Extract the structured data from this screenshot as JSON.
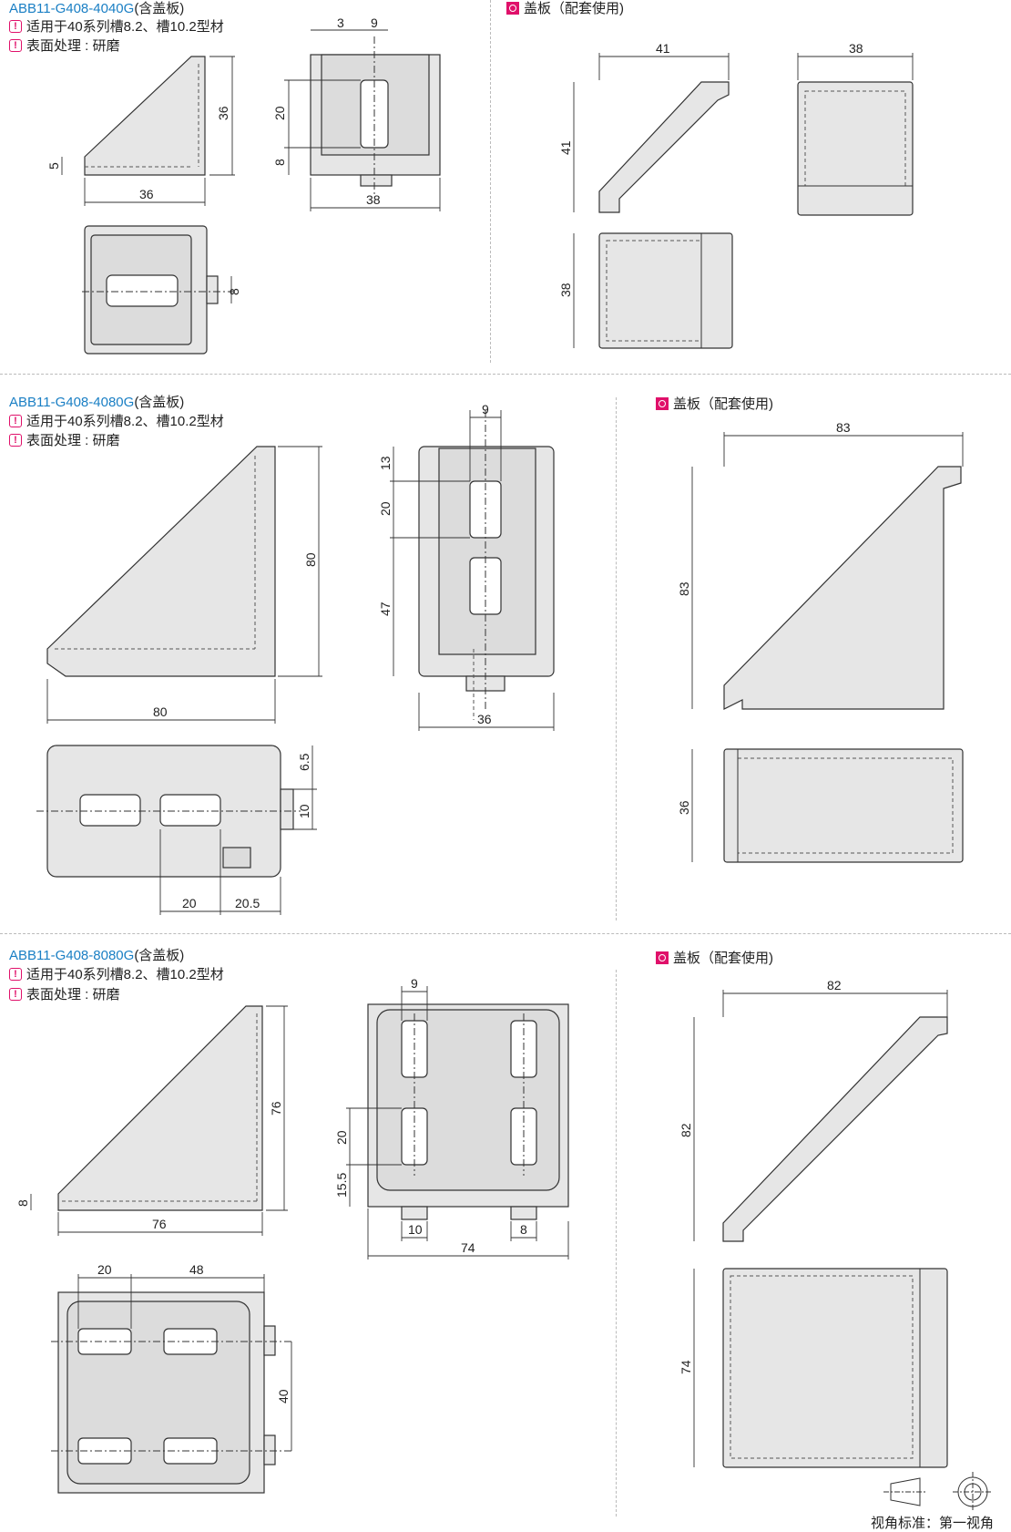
{
  "colors": {
    "accent": "#1a7fc4",
    "marker": "#e0106a",
    "part_fill": "#e6e6e6",
    "line": "#333333"
  },
  "icons": [
    "warning-icon",
    "cover-marker-icon",
    "first-angle-projection-icon"
  ],
  "sections": [
    {
      "model": "ABB11-G408-4040G",
      "suffix": "(含盖板)",
      "notes": [
        "适用于40系列槽8.2、槽10.2型材",
        "表面处理 : 研磨"
      ],
      "cover_title": "盖板（配套使用)",
      "dims": {
        "side_h": "36",
        "side_w": "36",
        "side_lip": "5",
        "front_top_a": "3",
        "front_top_b": "9",
        "front_slot": "20",
        "front_bottom": "8",
        "front_w": "38",
        "top_tab": "8",
        "cover_w": "41",
        "cover_h": "41",
        "cover_end_w": "38",
        "cover_plan_h": "38"
      }
    },
    {
      "model": "ABB11-G408-4080G",
      "suffix": "(含盖板)",
      "notes": [
        "适用于40系列槽8.2、槽10.2型材",
        "表面处理 : 研磨"
      ],
      "cover_title": "盖板（配套使用)",
      "dims": {
        "side_h": "80",
        "side_w": "80",
        "front_top": "9",
        "front_a": "13",
        "front_b": "20",
        "front_c": "47",
        "front_w": "36",
        "plan_a": "6.5",
        "plan_b": "10",
        "plan_c": "20",
        "plan_d": "20.5",
        "cover_w": "83",
        "cover_h": "83",
        "cover_plan_h": "36"
      }
    },
    {
      "model": "ABB11-G408-8080G",
      "suffix": "(含盖板)",
      "notes": [
        "适用于40系列槽8.2、槽10.2型材",
        "表面处理 : 研磨"
      ],
      "cover_title": "盖板（配套使用)",
      "dims": {
        "side_h": "76",
        "side_w": "76",
        "side_lip": "8",
        "front_top": "9",
        "front_a": "20",
        "front_b": "15.5",
        "front_c": "10",
        "front_d": "8",
        "front_w": "74",
        "plan_a": "20",
        "plan_b": "48",
        "plan_c": "40",
        "cover_w": "82",
        "cover_h": "82",
        "cover_plan_h": "74"
      }
    }
  ],
  "footer": {
    "projection_label": "视角标准：第一视角"
  }
}
